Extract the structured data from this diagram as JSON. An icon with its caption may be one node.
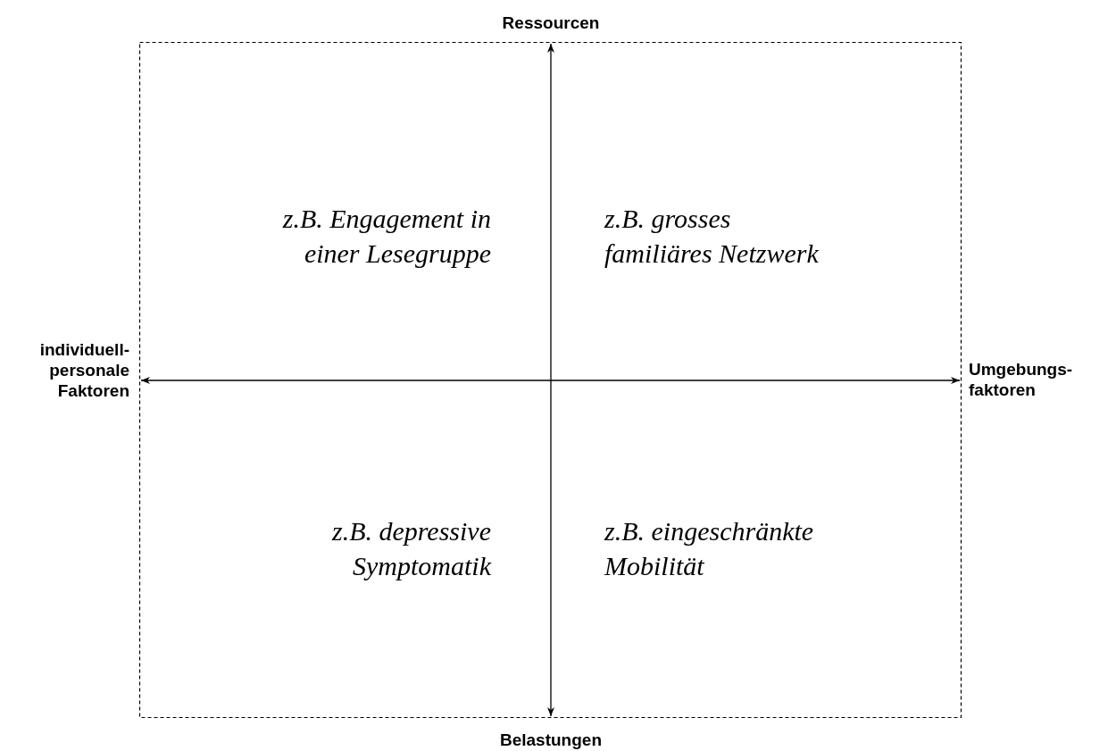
{
  "diagram": {
    "labels": [
      "Ressourcen",
      "individuell- personale Faktoren",
      "Umgebungs- faktoren",
      "z.B. Engagement in einer Lesegruppe",
      "z.B. grosses familiäres Netzwerk",
      "z.B. depressive Symptomatik",
      "z.B. eingeschränkte Mobilität",
      "Belastungen"
    ]
  }
}
